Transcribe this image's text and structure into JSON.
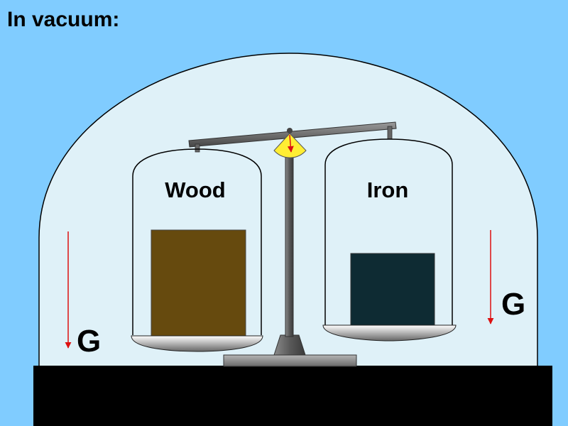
{
  "heading": "In vacuum:",
  "left_pan": {
    "label": "Wood"
  },
  "right_pan": {
    "label": "Iron"
  },
  "left_force": {
    "label": "G"
  },
  "right_force": {
    "label": "G"
  },
  "colors": {
    "background": "#80ccff",
    "bell_jar": "#dff1f8",
    "wood_block": "#664a0e",
    "iron_block": "#0e2b33",
    "base": "#000000",
    "force_arrow": "#dd1111",
    "indicator": "#ffee33"
  }
}
